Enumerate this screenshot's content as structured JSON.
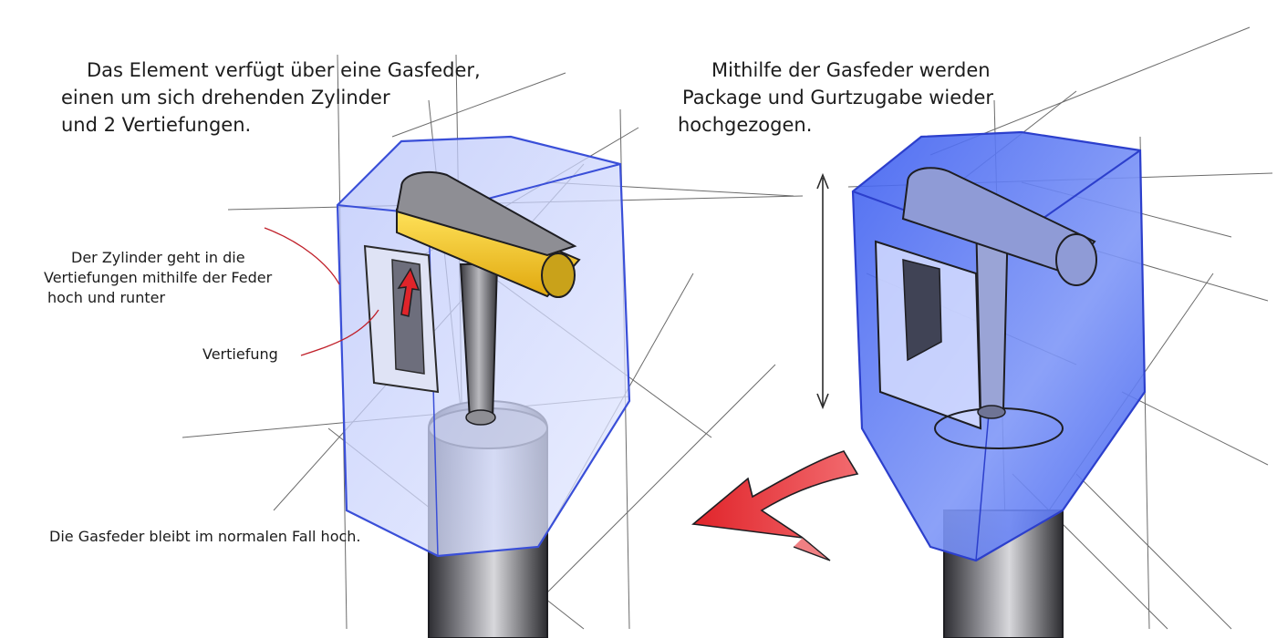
{
  "left": {
    "caption_lines": [
      "Das Element verfügt über eine Gasfeder,",
      "einen um sich drehenden Zylinder",
      "und 2 Vertiefungen."
    ],
    "annotation_cylinder_lines": [
      "Der Zylinder geht in die",
      "Vertiefungen mithilfe der Feder",
      "hoch und runter"
    ],
    "annotation_recess": "Vertiefung",
    "annotation_gasspring": "Die Gasfeder bleibt im normalen Fall hoch."
  },
  "right": {
    "caption_lines": [
      "Mithilfe der Gasfeder werden",
      "Package und Gurtzugabe wieder",
      "hochgezogen."
    ]
  },
  "colors": {
    "sketch_line": "#2b2b2b",
    "construction_line": "#3a3a3a",
    "blue_outline": "#3a4fd8",
    "left_housing_fill": "#c9d2fb",
    "right_housing_fill": "#4f6ff0",
    "cylinder_yellow": "#f2c21b",
    "arrow_red": "#e0242a",
    "leader_red": "#c0202a",
    "metal_dark": "#3b3b40",
    "metal_light": "#c8c8cc"
  },
  "icons": {
    "up_arrow": "red-up-arrow-icon",
    "turn_arrow": "red-curved-arrow-icon",
    "double_arrow": "vertical-double-arrow-icon"
  }
}
